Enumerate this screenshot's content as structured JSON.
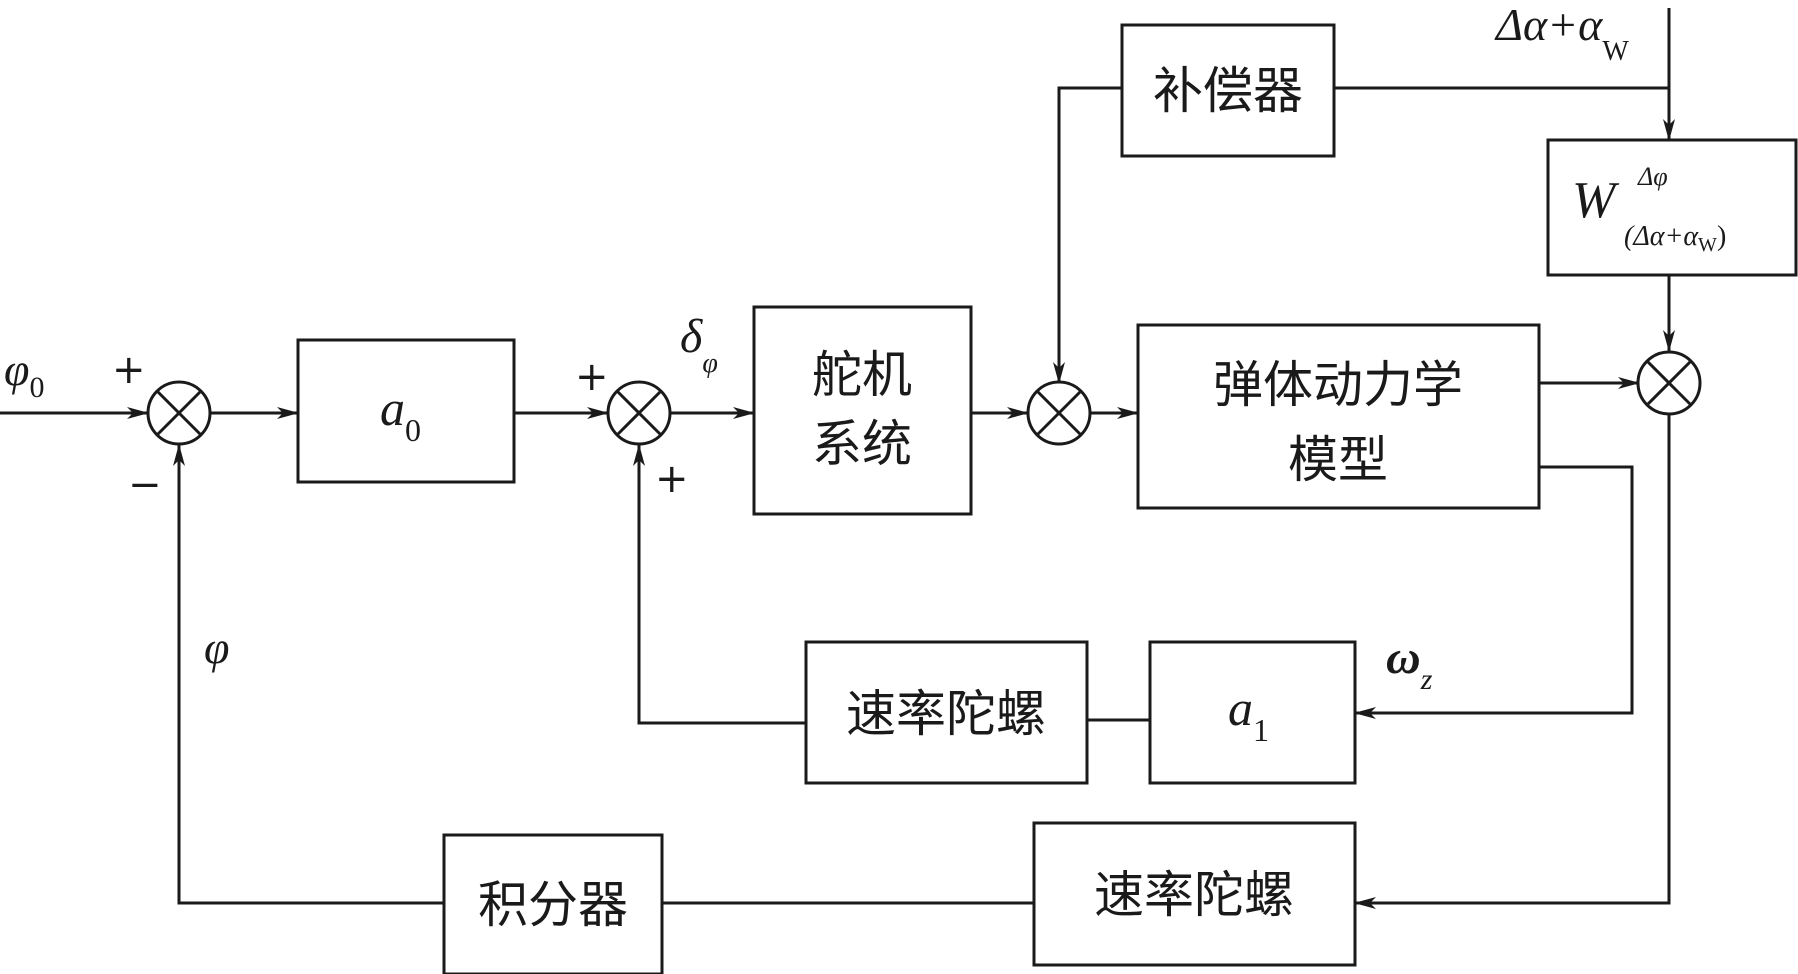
{
  "blocks": {
    "compensator": "补偿器",
    "a0": "a",
    "a0_sub": "0",
    "actuator_line1": "舵机",
    "actuator_line2": "系统",
    "body_dynamics_line1": "弹体动力学",
    "body_dynamics_line2": "模型",
    "transfer_main": "W",
    "transfer_sup": "Δφ",
    "transfer_sub_open": "(Δα+α",
    "transfer_sub_w": "W",
    "transfer_sub_close": ")",
    "rate_gyro_inner": "速率陀螺",
    "a1": "a",
    "a1_sub": "1",
    "integrator": "积分器",
    "rate_gyro_outer": "速率陀螺"
  },
  "signals": {
    "phi0": "φ",
    "phi0_sub": "0",
    "delta_phi": "δ",
    "delta_phi_sub": "φ",
    "phi": "φ",
    "omega_z": "ω",
    "omega_z_sub": "z",
    "disturbance_main": "Δα+α",
    "disturbance_sub": "W"
  },
  "signs": {
    "sum1_plus": "+",
    "sum1_minus": "−",
    "sum2_plus_top": "+",
    "sum2_plus_bottom": "+"
  }
}
